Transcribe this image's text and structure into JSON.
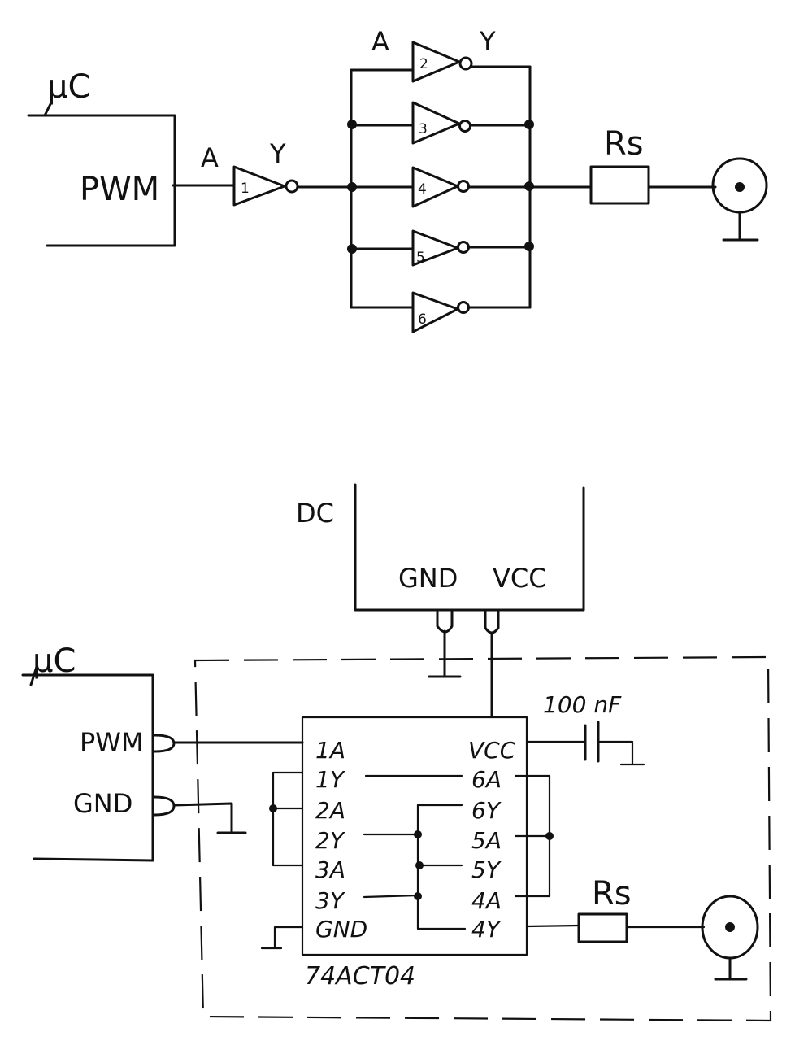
{
  "top": {
    "uc_label": "μC",
    "pwm_label": "PWM",
    "a_label": "A",
    "y_label": "Y",
    "buf_num": "1",
    "bank_a_label": "A",
    "bank_y_label": "Y",
    "inv_nums": [
      "2",
      "3",
      "4",
      "5",
      "6"
    ],
    "res_label": "Rs"
  },
  "bottom": {
    "dc_label": "DC",
    "dc_gnd": "GND",
    "dc_vcc": "VCC",
    "uc_label": "μC",
    "pwm_label": "PWM",
    "gnd_label": "GND",
    "cap_label": "100 nF",
    "res_label": "Rs",
    "chip_name": "74ACT04",
    "left_pins": [
      "1A",
      "1Y",
      "2A",
      "2Y",
      "3A",
      "3Y",
      "GND"
    ],
    "right_pins": [
      "VCC",
      "6A",
      "6Y",
      "5A",
      "5Y",
      "4A",
      "4Y"
    ]
  }
}
